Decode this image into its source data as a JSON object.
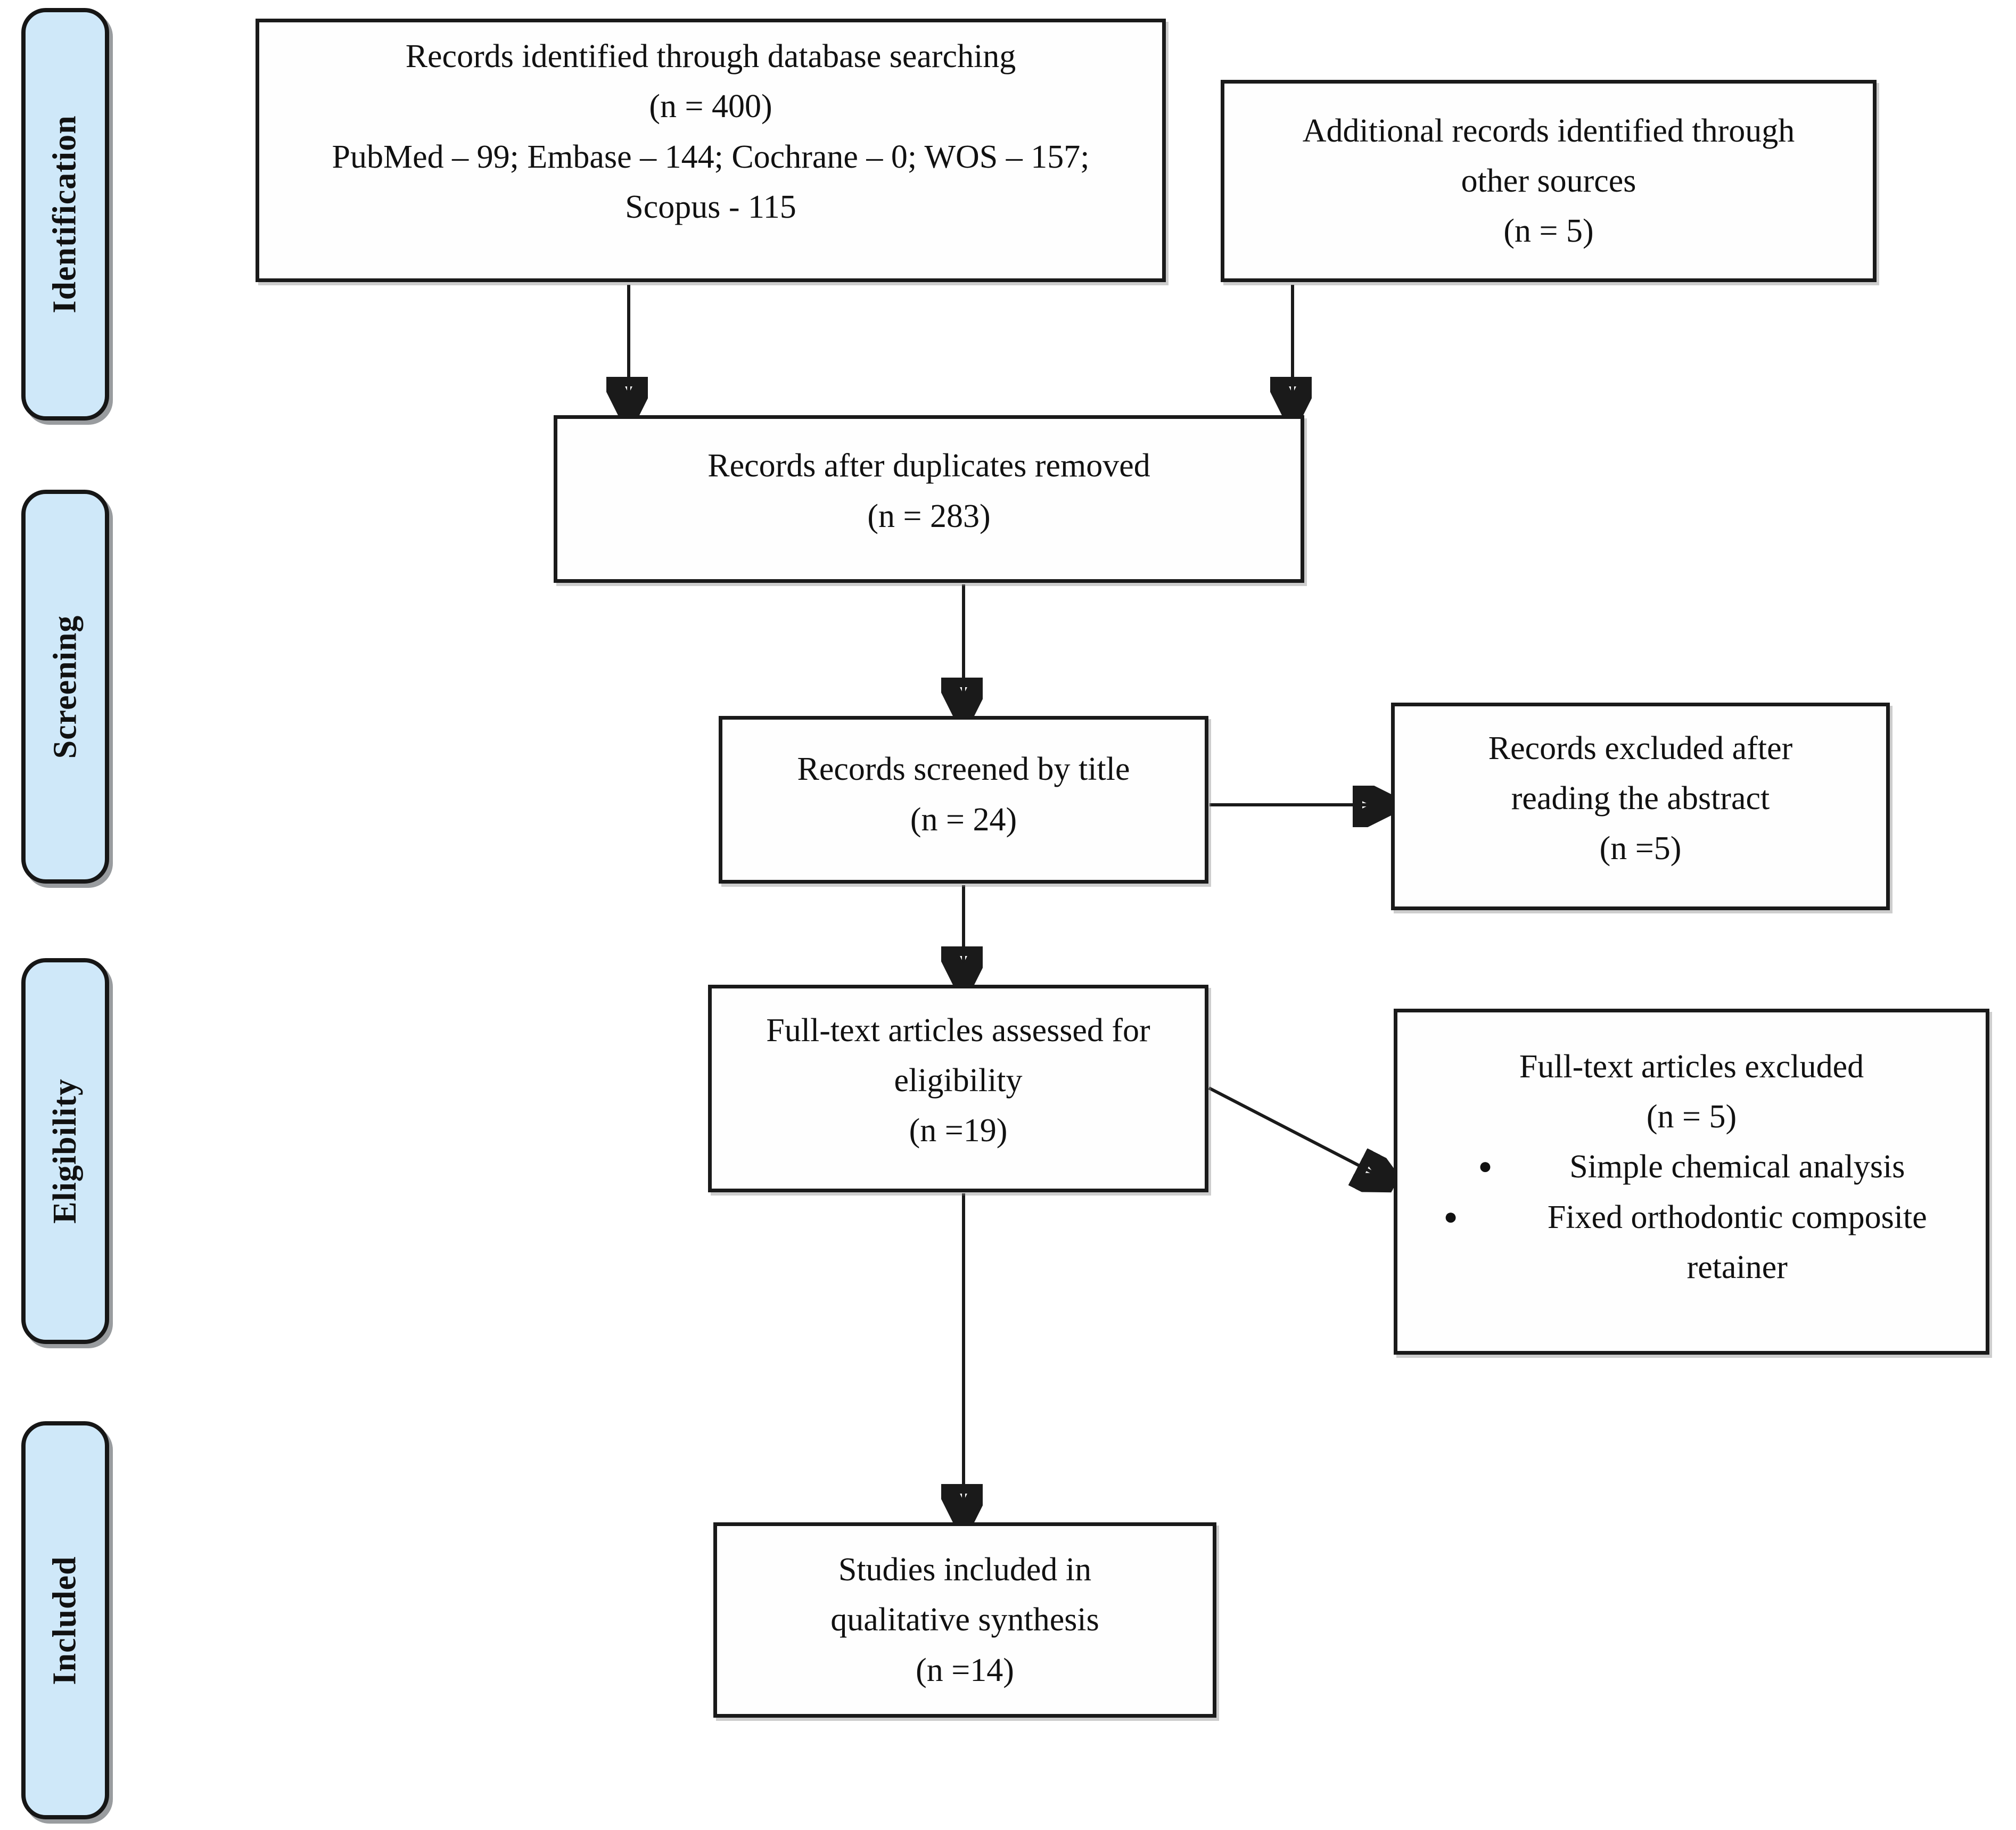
{
  "diagram": {
    "kind": "PRISMA flow diagram",
    "accent_fill": "#cfe8f9",
    "border_color": "#1a1a1a"
  },
  "sidebar": {
    "stages": [
      {
        "label": "Identification"
      },
      {
        "label": "Screening"
      },
      {
        "label": "Eligibility"
      },
      {
        "label": "Included"
      }
    ]
  },
  "boxes": {
    "identified": {
      "lines": [
        "Records identified through database searching",
        "(n = 400)",
        "PubMed – 99; Embase – 144; Cochrane – 0; WOS – 157;",
        "Scopus - 115"
      ]
    },
    "additional": {
      "lines": [
        "Additional records identified through",
        "other sources",
        "(n = 5)"
      ]
    },
    "duplicates": {
      "lines": [
        "Records after duplicates removed",
        "(n = 283)"
      ]
    },
    "screened": {
      "lines": [
        "Records screened by title",
        "(n = 24)"
      ]
    },
    "excluded_abstract": {
      "lines": [
        "Records excluded after",
        "reading the abstract",
        "(n =5)"
      ]
    },
    "fulltext": {
      "lines": [
        "Full-text articles assessed for",
        "eligibility",
        "(n =19)"
      ]
    },
    "fulltext_excluded": {
      "lines": [
        "Full-text articles excluded",
        "(n = 5)"
      ],
      "bullet": "●",
      "reasons": [
        "Simple chemical analysis",
        "Fixed orthodontic composite retainer"
      ]
    },
    "included_studies": {
      "lines": [
        "Studies included in",
        "qualitative synthesis",
        "(n =14)"
      ]
    }
  }
}
